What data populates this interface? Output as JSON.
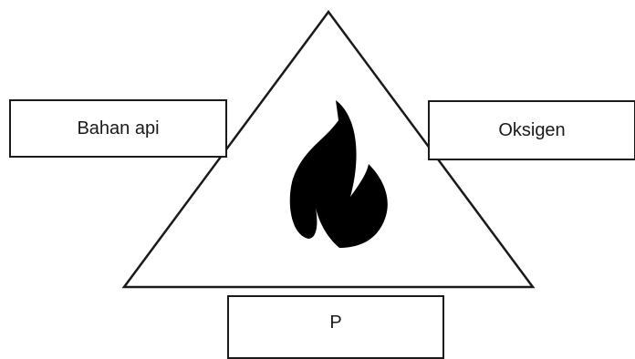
{
  "diagram": {
    "labels": {
      "left": "Bahan api",
      "right": "Oksigen",
      "bottom": "P"
    },
    "center_icon": "fire-icon",
    "colors": {
      "stroke": "#1a1a1a",
      "fill": "#ffffff",
      "icon": "#000000"
    }
  }
}
